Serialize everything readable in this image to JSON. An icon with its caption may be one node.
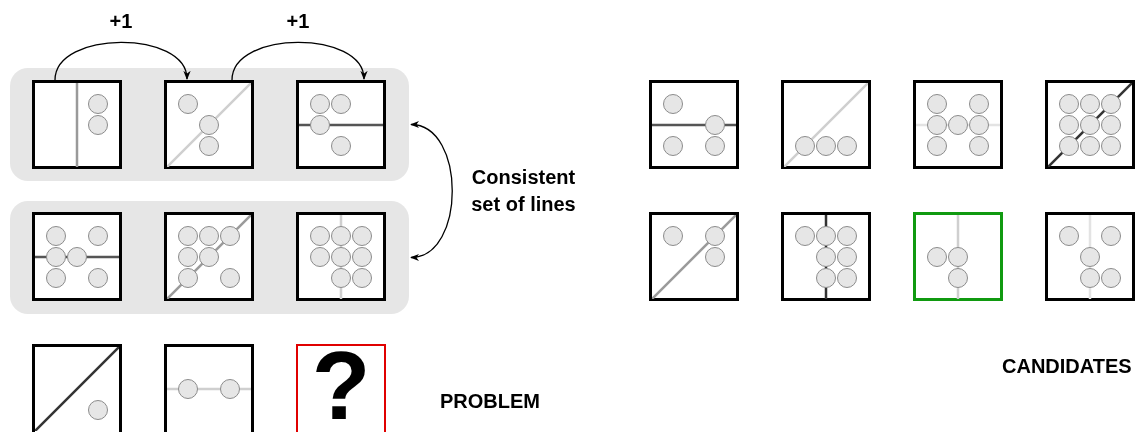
{
  "diagram": {
    "nodes": [
      {
        "text": [],
        "shape": "box"
      },
      {
        "text": [],
        "shape": "picture",
        "in": 0
      },
      {
        "text": [],
        "shape": "picture",
        "in": 0
      },
      {
        "text": [],
        "shape": "picture",
        "in": 0
      },
      {
        "text": [],
        "shape": "box"
      },
      {
        "text": [],
        "shape": "picture",
        "in": 4
      },
      {
        "text": [],
        "shape": "picture",
        "in": 4
      },
      {
        "text": [],
        "shape": "picture",
        "in": 4
      },
      {
        "text": [],
        "shape": "picture"
      },
      {
        "text": [],
        "shape": "picture"
      },
      {
        "text": [
          "?"
        ]
      },
      {
        "text": [],
        "shape": "picture"
      },
      {
        "text": [],
        "shape": "picture"
      },
      {
        "text": [],
        "shape": "picture"
      },
      {
        "text": [],
        "shape": "picture"
      },
      {
        "text": [],
        "shape": "picture"
      },
      {
        "text": [],
        "shape": "picture"
      },
      {
        "text": [],
        "shape": "picture"
      },
      {
        "text": [],
        "shape": "picture"
      }
    ],
    "edges": [
      {
        "from": 1,
        "to": 2,
        "arrow": "to",
        "label": "+1"
      },
      {
        "from": 2,
        "to": 3,
        "arrow": "to",
        "label": "+1"
      },
      {
        "from": 0,
        "to": 4,
        "arrow": "both",
        "label": "Consistent set of lines"
      }
    ],
    "labels": [
      "CANDIDATES",
      "PROBLEM"
    ]
  }
}
